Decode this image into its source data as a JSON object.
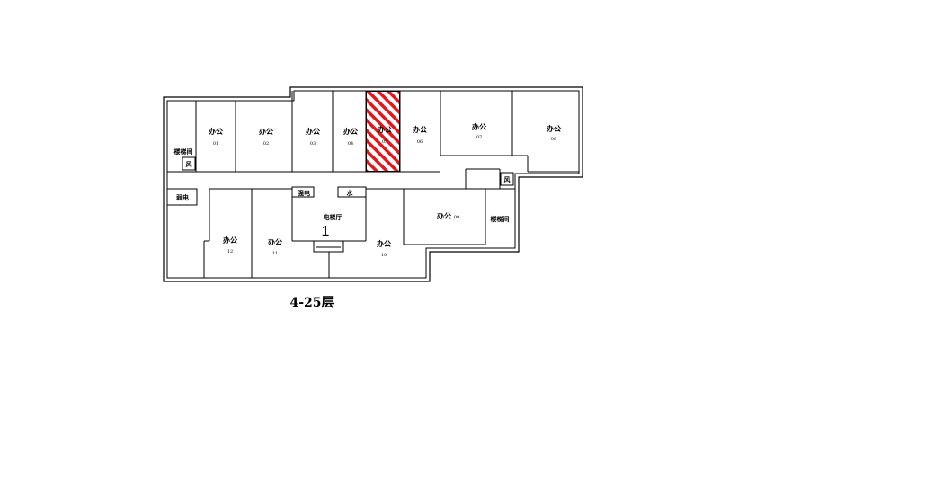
{
  "floor_label": "4-25层",
  "highlight_color": "#e8141a",
  "rooms": {
    "r01": {
      "name": "办公",
      "num": "01"
    },
    "r02": {
      "name": "办公",
      "num": "02"
    },
    "r03": {
      "name": "办公",
      "num": "03"
    },
    "r04": {
      "name": "办公",
      "num": "04"
    },
    "r05": {
      "name": "办公",
      "num": "05"
    },
    "r06": {
      "name": "办公",
      "num": "06"
    },
    "r07": {
      "name": "办公",
      "num": "07"
    },
    "r08": {
      "name": "办公",
      "num": "08"
    },
    "r09": {
      "name": "办公",
      "num": "09"
    },
    "r10": {
      "name": "办公",
      "num": "10"
    },
    "r11": {
      "name": "办公",
      "num": "11"
    },
    "r12": {
      "name": "办公",
      "num": "12"
    }
  },
  "utility": {
    "stair_left": "楼梯间",
    "stair_right": "楼梯间",
    "wind_left": "风",
    "wind_right": "风",
    "strong_power": "强电",
    "weak_power": "弱电",
    "water": "水",
    "elevator_hall": "电梯厅",
    "elevator_hall_num": "1"
  }
}
